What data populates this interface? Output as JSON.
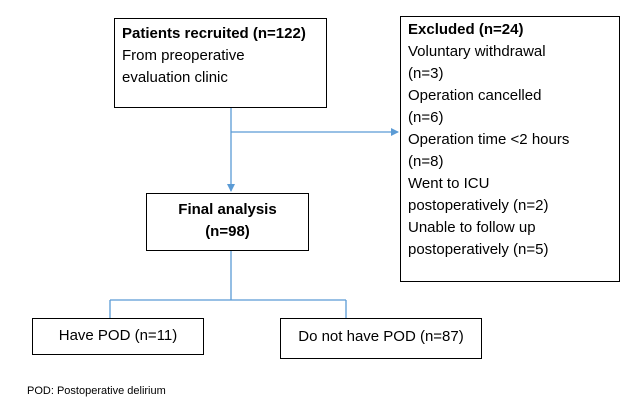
{
  "recruited": {
    "title": "Patients recruited (n=122)",
    "lines": [
      "From preoperative",
      "evaluation clinic"
    ]
  },
  "excluded": {
    "title": "Excluded (n=24)",
    "lines": [
      "Voluntary withdrawal",
      "(n=3)",
      "Operation cancelled",
      "(n=6)",
      "Operation time <2 hours",
      "(n=8)",
      "Went to ICU",
      "postoperatively (n=2)",
      "Unable to follow up",
      "postoperatively (n=5)"
    ]
  },
  "final": {
    "title": "Final analysis",
    "count": "(n=98)"
  },
  "pod": {
    "label": "Have POD (n=11)"
  },
  "no_pod": {
    "label": "Do not have POD (n=87)"
  },
  "footnote": "POD: Postoperative delirium",
  "colors": {
    "connector": "#5b9bd5",
    "box_border": "#000000"
  }
}
